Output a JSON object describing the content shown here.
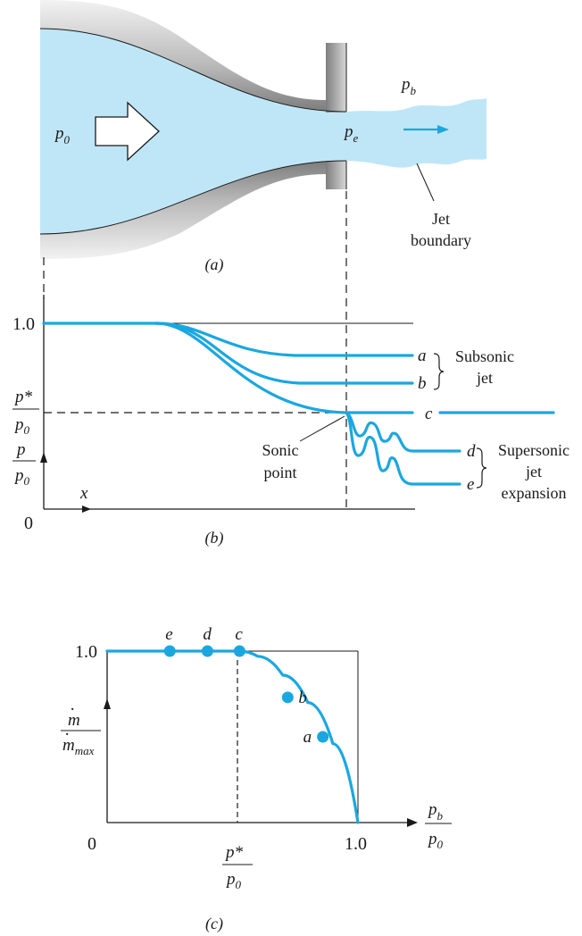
{
  "colors": {
    "fluid": "#bfe6f7",
    "curve": "#1aa7e0",
    "wall_dark": "#8c8c8c",
    "wall_light": "#f0f0f0",
    "ink": "#1a1a1a"
  },
  "panel_a": {
    "p0": "p",
    "p0_sub": "0",
    "pe": "p",
    "pe_sub": "e",
    "pb": "p",
    "pb_sub": "b",
    "jet_line1": "Jet",
    "jet_line2": "boundary",
    "caption": "(a)"
  },
  "panel_b": {
    "y_one": "1.0",
    "pstar_num": "p*",
    "pstar_den": "p",
    "pstar_den_sub": "0",
    "ratio_num": "p",
    "ratio_den": "p",
    "ratio_den_sub": "0",
    "x_label": "x",
    "origin": "0",
    "curve_a": "a",
    "curve_b": "b",
    "curve_c": "c",
    "curve_d": "d",
    "curve_e": "e",
    "subsonic1": "Subsonic",
    "subsonic2": "jet",
    "sonic1": "Sonic",
    "sonic2": "point",
    "super1": "Supersonic",
    "super2": "jet",
    "super3": "expansion",
    "caption": "(b)"
  },
  "panel_c": {
    "y_one": "1.0",
    "origin": "0",
    "x_one": "1.0",
    "mdot_num": "m",
    "mdot_den": "m",
    "mdot_den_sub": "max",
    "pb_num": "p",
    "pb_num_sub": "b",
    "pb_den": "p",
    "pb_den_sub": "0",
    "pstar_num": "p*",
    "pstar_den": "p",
    "pstar_den_sub": "0",
    "caption": "(c)"
  },
  "chart_data": {
    "type": "line",
    "xlabel": "p_b / p_0",
    "ylabel": "ṁ / ṁ_max",
    "xticks": [
      "0",
      "p*/p_0",
      "1.0"
    ],
    "yticks": [
      "1.0"
    ],
    "p_star_ratio": 0.528,
    "points": [
      {
        "label": "e",
        "x": 0.25,
        "y": 1.0
      },
      {
        "label": "d",
        "x": 0.4,
        "y": 1.0
      },
      {
        "label": "c",
        "x": 0.528,
        "y": 1.0
      },
      {
        "label": "b",
        "x": 0.72,
        "y": 0.73
      },
      {
        "label": "a",
        "x": 0.86,
        "y": 0.5
      }
    ],
    "curve": {
      "x": [
        0,
        0.528,
        0.6,
        0.7,
        0.8,
        0.9,
        1.0
      ],
      "y": [
        1.0,
        1.0,
        0.97,
        0.86,
        0.7,
        0.46,
        0.0
      ]
    }
  }
}
